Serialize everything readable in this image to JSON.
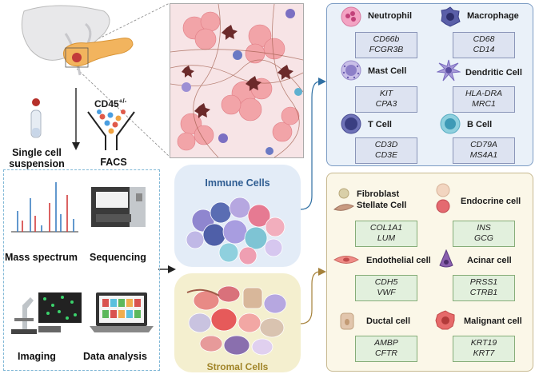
{
  "left": {
    "cd45": "CD45",
    "cd45_sup": "+/-",
    "single_cell": "Single cell",
    "suspension": "suspension",
    "facs": "FACS"
  },
  "methods": {
    "mass_spectrum": "Mass spectrum",
    "sequencing": "Sequencing",
    "imaging": "Imaging",
    "data_analysis": "Data analysis"
  },
  "clusters": {
    "immune": "Immune Cells",
    "stromal": "Stromal Cells"
  },
  "immune_cells": [
    {
      "name": "Neutrophil",
      "markers": [
        "CD66b",
        "FCGR3B"
      ]
    },
    {
      "name": "Macrophage",
      "markers": [
        "CD68",
        "CD14"
      ]
    },
    {
      "name": "Mast Cell",
      "markers": [
        "KIT",
        "CPA3"
      ]
    },
    {
      "name": "Dendritic Cell",
      "markers": [
        "HLA-DRA",
        "MRC1"
      ]
    },
    {
      "name": "T Cell",
      "markers": [
        "CD3D",
        "CD3E"
      ]
    },
    {
      "name": "B Cell",
      "markers": [
        "CD79A",
        "MS4A1"
      ]
    }
  ],
  "stromal_cells": [
    {
      "name1": "Fibroblast",
      "name2": "Stellate Cell",
      "markers": [
        "COL1A1",
        "LUM"
      ]
    },
    {
      "name": "Endocrine cell",
      "markers": [
        "INS",
        "GCG"
      ]
    },
    {
      "name": "Endothelial cell",
      "markers": [
        "CDH5",
        "VWF"
      ]
    },
    {
      "name": "Acinar cell",
      "markers": [
        "PRSS1",
        "CTRB1"
      ]
    },
    {
      "name": "Ductal cell",
      "markers": [
        "AMBP",
        "CFTR"
      ]
    },
    {
      "name": "Malignant cell",
      "markers": [
        "KRT19",
        "KRT7"
      ]
    }
  ],
  "colors": {
    "immune_panel": "#eaf1f9",
    "stromal_panel": "#fbf7e8",
    "marker_blue": "#dde3f1",
    "marker_green": "#e2f0dd",
    "arrow": "#2f6fa3"
  }
}
